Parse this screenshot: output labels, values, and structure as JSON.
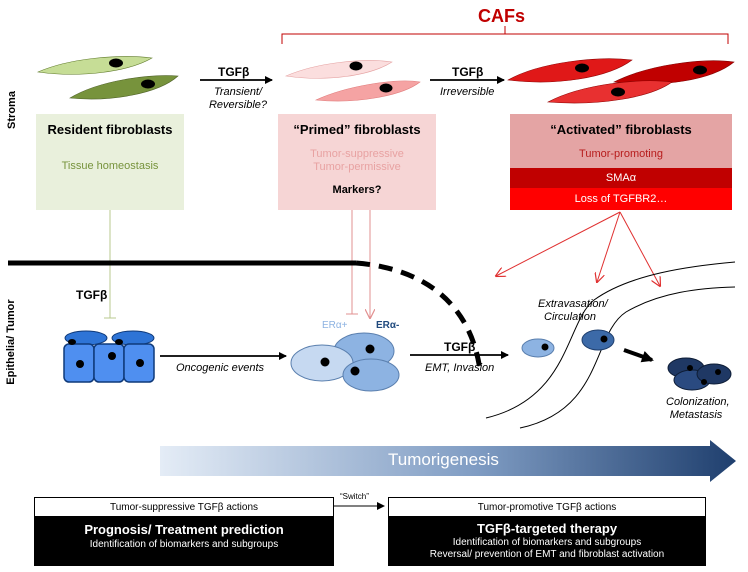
{
  "side_labels": {
    "stroma": "Stroma",
    "epithelia": "Epithelia/ Tumor"
  },
  "cafs_label": "CAFs",
  "stroma": {
    "tgfb1": {
      "label": "TGFβ",
      "line1": "Transient/",
      "line2": "Reversible?"
    },
    "tgfb2": {
      "label": "TGFβ",
      "note": "Irreversible"
    },
    "resident": {
      "title": "Resident fibroblasts",
      "line1": "Tissue homeostasis"
    },
    "primed": {
      "title": "“Primed” fibroblasts",
      "line1": "Tumor-suppressive",
      "line2": "Tumor-permissive",
      "markers": "Markers?"
    },
    "activated": {
      "title": "“Activated” fibroblasts",
      "line1": "Tumor-promoting",
      "sma": "SMAα",
      "loss": "Loss of TGFBR2…"
    }
  },
  "epithelia": {
    "tgfb_left": "TGFβ",
    "oncogenic": "Oncogenic events",
    "er_pos": "ERα+",
    "er_neg": "ERα-",
    "tgfb_mid": "TGFβ",
    "emt": "EMT, Invasion",
    "extravasation_1": "Extravasation/",
    "extravasation_2": "Circulation",
    "colonization_1": "Colonization,",
    "colonization_2": "Metastasis"
  },
  "tumorigenesis_label": "Tumorigenesis",
  "bottom": {
    "left_header": "Tumor-suppressive TGFβ actions",
    "switch_label": "“Switch”",
    "right_header": "Tumor-promotive TGFβ actions",
    "left_title": "Prognosis/ Treatment prediction",
    "left_line1": "Identification of biomarkers and subgroups",
    "right_title": "TGFβ-targeted therapy",
    "right_line1": "Identification of biomarkers and subgroups",
    "right_line2": "Reversal/ prevention of EMT and fibroblast activation"
  },
  "colors": {
    "resident_box": "#e9f0dc",
    "resident_text": "#77933c",
    "primed_box": "#f6d5d5",
    "primed_text": "#e8a2a2",
    "activated_box": "#e4a4a4",
    "activated_text": "#b71c1c",
    "sma_bar": "#c00000",
    "loss_bar": "#ff0000",
    "cafs": "#c00000",
    "er_pos": "#8db3e2",
    "er_neg": "#1f497d"
  }
}
